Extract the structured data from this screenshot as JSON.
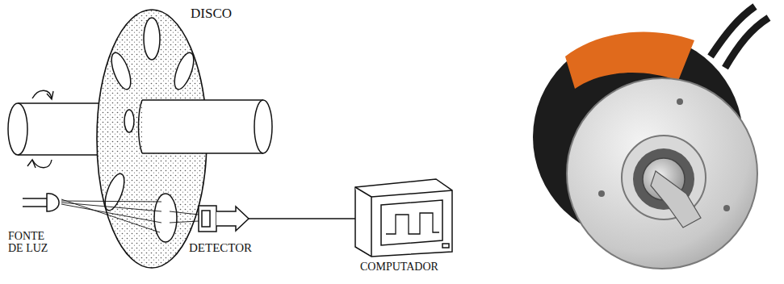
{
  "diagram": {
    "labels": [
      "DISCO",
      "FONTE DE LUZ",
      "DETECTOR",
      "COMPUTADOR"
    ]
  }
}
